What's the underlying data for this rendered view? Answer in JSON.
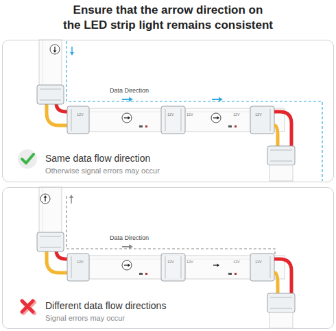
{
  "diagram": {
    "title": "Ensure that the arrow direction on the LED strip light remains consistent",
    "nodes": [
      {
        "text": [
          "Same data flow direction",
          "Otherwise signal errors may occur"
        ]
      },
      {
        "text": [
          "Different data flow directions",
          "Signal errors may occur"
        ]
      }
    ],
    "labels": [
      "Data Direction",
      "12V",
      "12V",
      "12V",
      "12V",
      "12V",
      "Data Direction",
      "12V",
      "12V",
      "12V",
      "12V",
      "12V"
    ]
  }
}
